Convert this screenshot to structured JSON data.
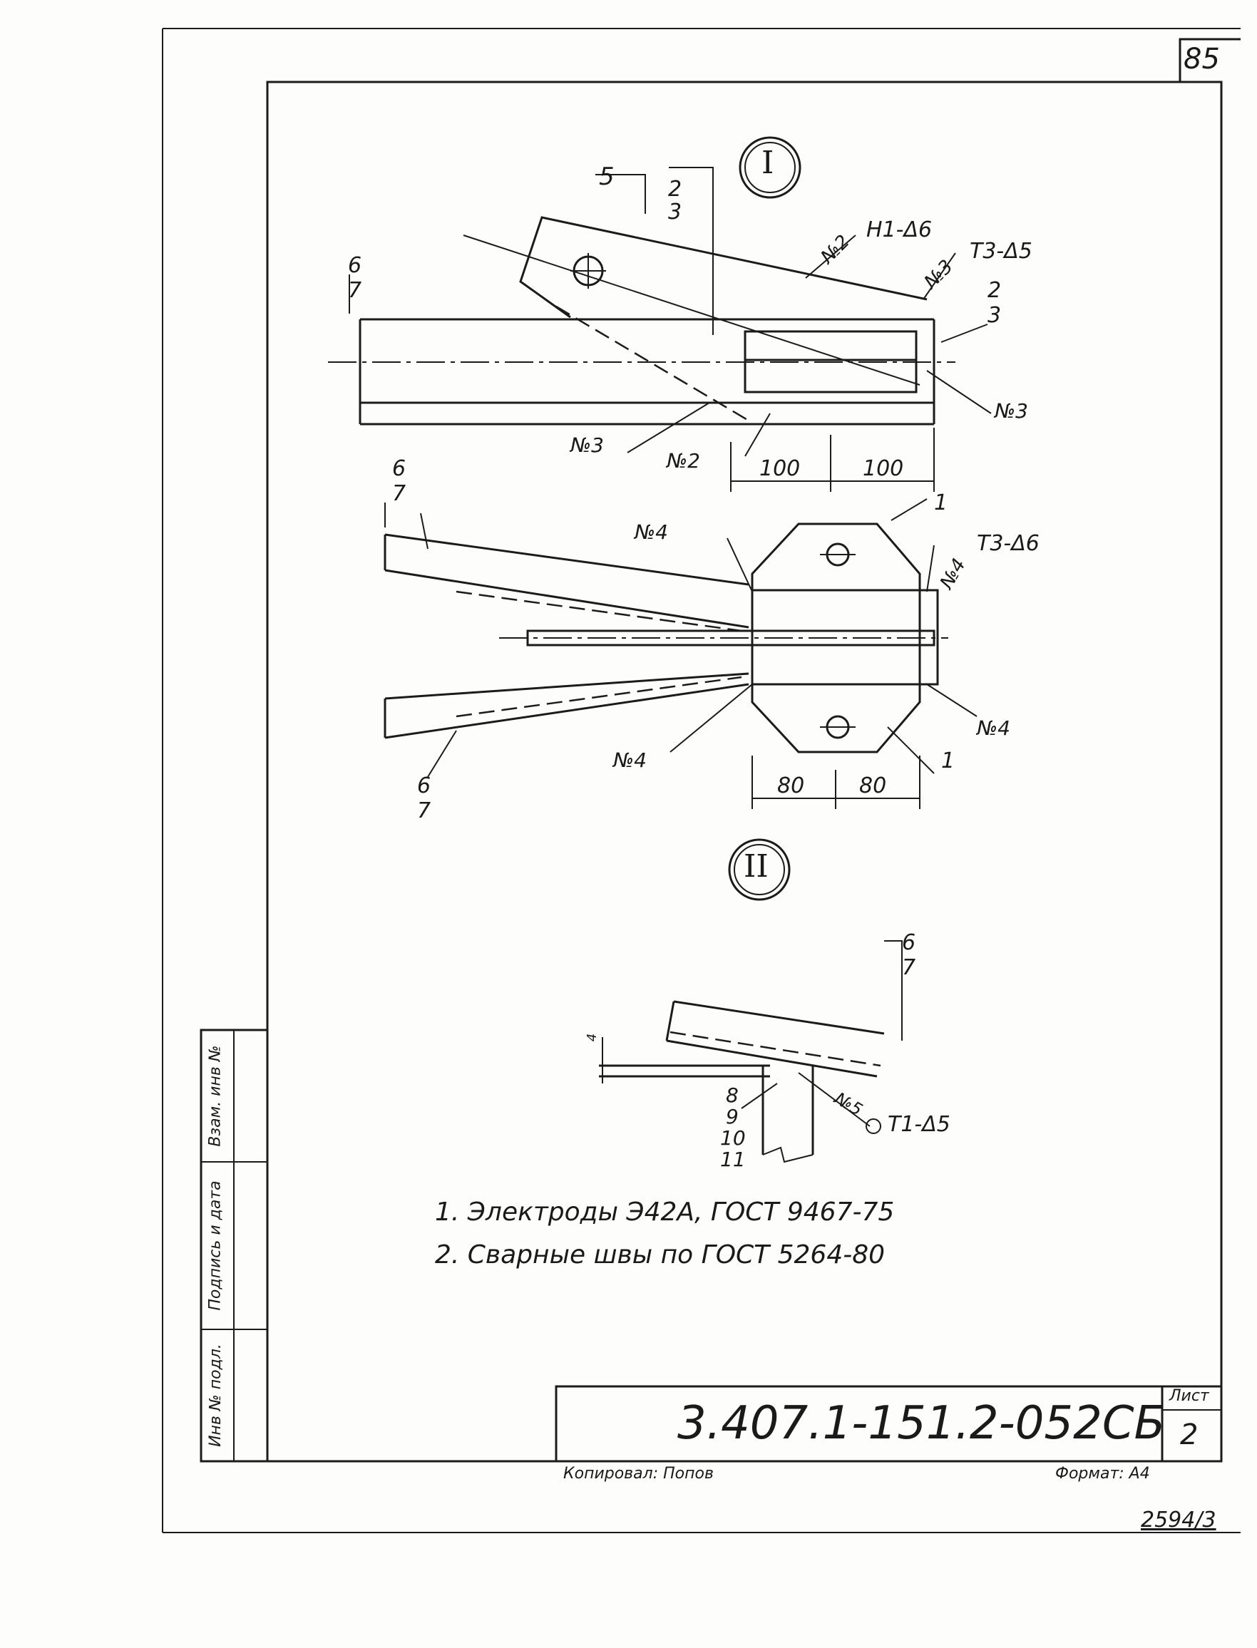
{
  "sheet": {
    "page_number": "85",
    "designation": "3.407.1-151.2-052СБ",
    "sheet_label": "Лист",
    "sheet_number": "2",
    "copied_by": "Копировал: Попов",
    "format": "Формат: А4",
    "archive_number": "2594/3"
  },
  "side_stamp": {
    "cells": [
      "Взам. инв №",
      "Подпись и дата",
      "Инв № подл."
    ]
  },
  "view_1": {
    "marker": "I",
    "part_5": "5",
    "part_2_3_left": [
      "2",
      "3"
    ],
    "part_2_3_right": [
      "2",
      "3"
    ],
    "part_6_7": [
      "6",
      "7"
    ],
    "weld_h1": "Н1-Δ6",
    "weld_t3": "Т3-Δ5",
    "weld_no2_top": "№2",
    "weld_no3_top": "№3",
    "weld_no3_right": "№3",
    "weld_no3_left": "№3",
    "weld_no2_bottom": "№2",
    "dim_left": "100",
    "dim_right": "100"
  },
  "view_1_plan": {
    "part_6_7_top": [
      "6",
      "7"
    ],
    "part_6_7_bottom": [
      "6",
      "7"
    ],
    "part_1_top": "1",
    "part_1_bottom": "1",
    "weld_no4_topleft": "№4",
    "weld_no4_topright": "№4",
    "weld_no4_bottomleft": "№4",
    "weld_no4_bottomright": "№4",
    "weld_t3": "Т3-Δ6",
    "dim_left": "80",
    "dim_right": "80"
  },
  "view_2": {
    "marker": "II",
    "part_6_7": [
      "6",
      "7"
    ],
    "parts_8_11": [
      "8",
      "9",
      "10",
      "11"
    ],
    "weld_no5": "№5",
    "weld_t1": "Т1-Δ5",
    "dim_small": "4"
  },
  "notes": [
    "1. Электроды Э42А, ГОСТ 9467-75",
    "2. Сварные швы по ГОСТ 5264-80"
  ]
}
